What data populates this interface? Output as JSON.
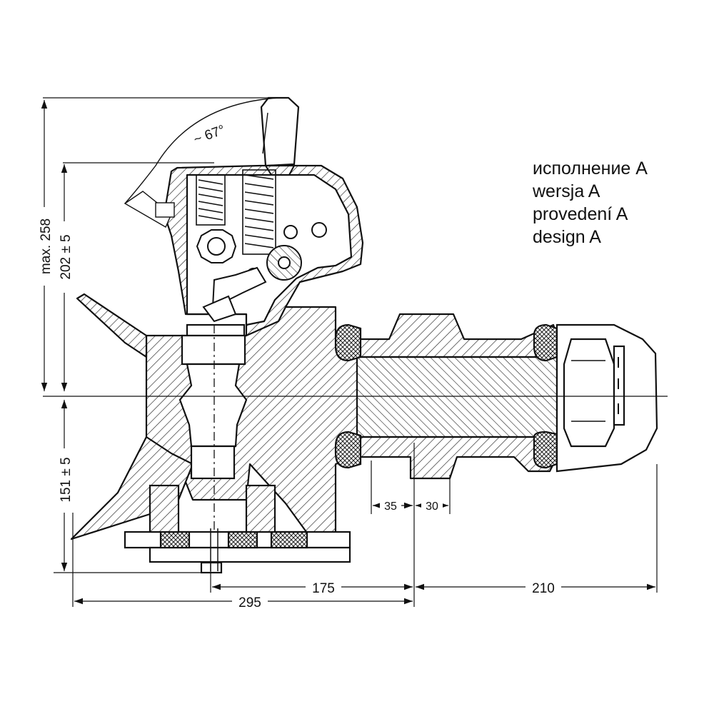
{
  "legend": {
    "items": [
      "исполнение A",
      "wersja A",
      "provedení A",
      "design A"
    ]
  },
  "dimensions": {
    "angle": "~ 67°",
    "max_height": "max. 258",
    "upper_height": "202 ± 5",
    "lower_height": "151 ± 5",
    "d35": "35",
    "d30": "30",
    "d175": "175",
    "d210": "210",
    "d295": "295"
  },
  "colors": {
    "ink": "#111111",
    "background": "#ffffff"
  }
}
